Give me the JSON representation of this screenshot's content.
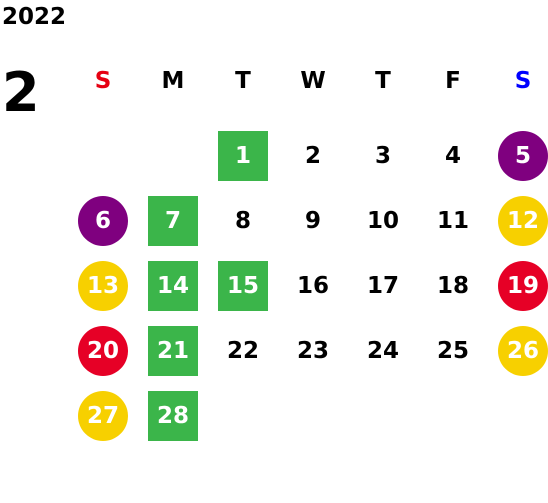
{
  "calendar": {
    "year": "2022",
    "month": "2",
    "weekdays": [
      {
        "label": "S",
        "color": "#e60012"
      },
      {
        "label": "M",
        "color": "#000000"
      },
      {
        "label": "T",
        "color": "#000000"
      },
      {
        "label": "W",
        "color": "#000000"
      },
      {
        "label": "T",
        "color": "#000000"
      },
      {
        "label": "F",
        "color": "#000000"
      },
      {
        "label": "S",
        "color": "#0000ff"
      }
    ],
    "colors": {
      "green": "#3bb54a",
      "purple": "#7f007f",
      "yellow": "#f7d000",
      "red": "#e60026"
    },
    "first_weekday_index": 2,
    "days": [
      {
        "day": "1",
        "style": "square",
        "color": "green"
      },
      {
        "day": "2"
      },
      {
        "day": "3"
      },
      {
        "day": "4"
      },
      {
        "day": "5",
        "style": "circle",
        "color": "purple"
      },
      {
        "day": "6",
        "style": "circle",
        "color": "purple"
      },
      {
        "day": "7",
        "style": "square",
        "color": "green"
      },
      {
        "day": "8"
      },
      {
        "day": "9"
      },
      {
        "day": "10"
      },
      {
        "day": "11"
      },
      {
        "day": "12",
        "style": "circle",
        "color": "yellow"
      },
      {
        "day": "13",
        "style": "circle",
        "color": "yellow"
      },
      {
        "day": "14",
        "style": "square",
        "color": "green"
      },
      {
        "day": "15",
        "style": "square",
        "color": "green"
      },
      {
        "day": "16"
      },
      {
        "day": "17"
      },
      {
        "day": "18"
      },
      {
        "day": "19",
        "style": "circle",
        "color": "red"
      },
      {
        "day": "20",
        "style": "circle",
        "color": "red"
      },
      {
        "day": "21",
        "style": "square",
        "color": "green"
      },
      {
        "day": "22"
      },
      {
        "day": "23"
      },
      {
        "day": "24"
      },
      {
        "day": "25"
      },
      {
        "day": "26",
        "style": "circle",
        "color": "yellow"
      },
      {
        "day": "27",
        "style": "circle",
        "color": "yellow"
      },
      {
        "day": "28",
        "style": "square",
        "color": "green"
      }
    ]
  }
}
